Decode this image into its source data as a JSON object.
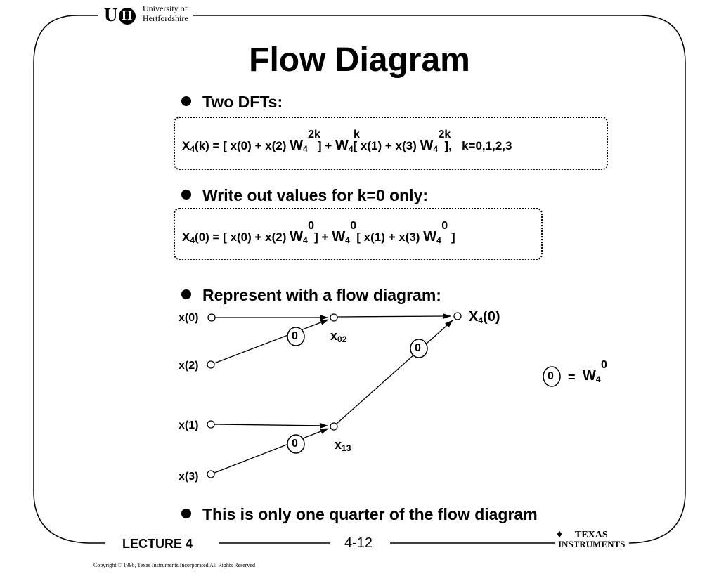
{
  "header": {
    "logo_text": "U",
    "logo_circle": "H",
    "university_line1": "University of",
    "university_line2": "Hertfordshire"
  },
  "title": "Flow Diagram",
  "bullets": [
    "Two DFTs:",
    "Write out values for k=0 only:",
    "Represent with a flow diagram:",
    "This is only one quarter of the flow diagram"
  ],
  "equation1": {
    "X": "X",
    "sub4": "4",
    "k_arg": "(k) = [ x(0) + x(2)",
    "W": "W",
    "W_sub": "4",
    "exp_2k": "2k",
    "mid": "] +",
    "exp_k": "k",
    "bracket2": "[ x(1) + x(3)",
    "end": "],",
    "range": "k=0,1,2,3"
  },
  "equation2": {
    "X": "X",
    "sub4": "4",
    "arg": "(0)  = [ x(0) + x(2)",
    "W": "W",
    "W_sub": "4",
    "exp_0": "0",
    "mid": "] +",
    "bracket2": "[ x(1) + x(3)",
    "end": "]"
  },
  "flow": {
    "inputs": [
      "x(0)",
      "x(2)",
      "x(1)",
      "x(3)"
    ],
    "intermediates": [
      "x",
      "x"
    ],
    "intermediate_subs": [
      "02",
      "13"
    ],
    "output": "X",
    "output_sub": "4",
    "output_arg": "(0)",
    "twiddle": "0",
    "legend_eq": "=",
    "legend_W": "W",
    "legend_sub": "4",
    "legend_sup": "0"
  },
  "footer": {
    "lecture": "LECTURE 4",
    "page": "4-12",
    "ti_line1": "TEXAS",
    "ti_line2": "INSTRUMENTS",
    "copyright": "Copyright  © 1998, Texas Instruments Incorporated   All Rights Reserved"
  }
}
